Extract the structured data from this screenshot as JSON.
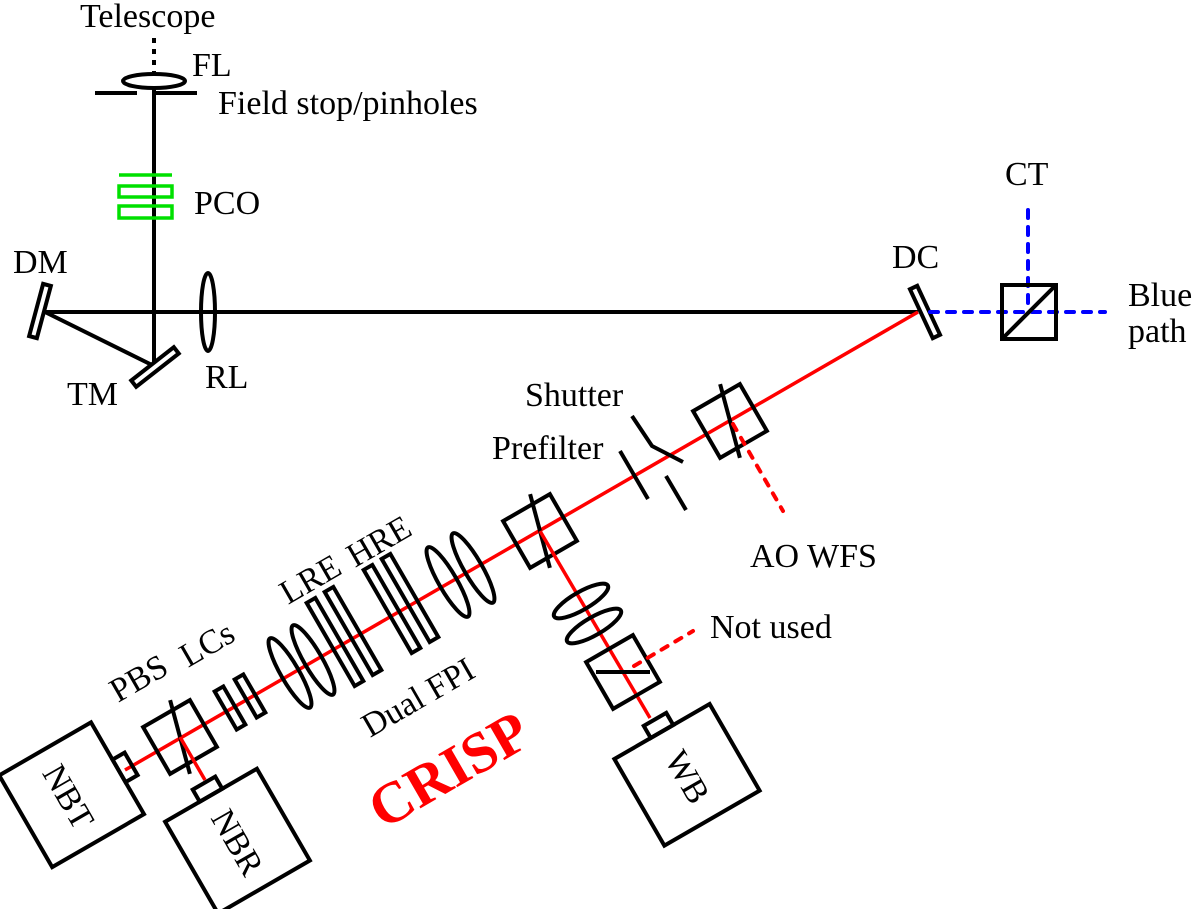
{
  "diagram": {
    "title": "CRISP optical setup",
    "colors": {
      "main_beam": "#000000",
      "crisp_beam": "#ff0000",
      "blue_path": "#0000ff",
      "pco": "#00e000",
      "crisp_label": "#ff0000"
    },
    "labels": {
      "telescope": "Telescope",
      "fl": "FL",
      "field_stop": "Field stop/pinholes",
      "pco": "PCO",
      "dm": "DM",
      "tm": "TM",
      "rl": "RL",
      "dc": "DC",
      "ct": "CT",
      "blue_path_1": "Blue",
      "blue_path_2": "path",
      "shutter": "Shutter",
      "prefilter": "Prefilter",
      "ao_wfs": "AO WFS",
      "lre": "LRE",
      "hre": "HRE",
      "pbs": "PBS",
      "lcs": "LCs",
      "dual_fpi": "Dual FPI",
      "not_used": "Not used",
      "nbt": "NBT",
      "nbr": "NBR",
      "wb": "WB",
      "crisp": "CRISP"
    }
  }
}
